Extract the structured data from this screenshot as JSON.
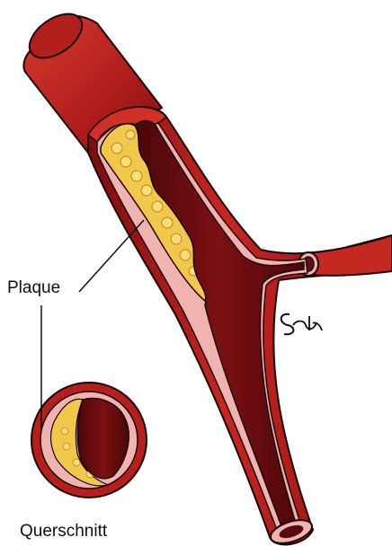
{
  "labels": {
    "plaque": "Plaque",
    "cross_section": "Querschnitt"
  },
  "signature_text": "Sutr",
  "colors": {
    "artery_dark": "#6e0c0e",
    "artery_mid": "#a8191c",
    "artery_light": "#d93a2e",
    "lumen": "#5a0a0c",
    "wall_pink": "#f0b3b0",
    "plaque_yellow": "#f2c84a",
    "plaque_light": "#f8dc7a",
    "outline": "#1a0505"
  },
  "icons": {
    "artist_signature": "signature-icon"
  }
}
